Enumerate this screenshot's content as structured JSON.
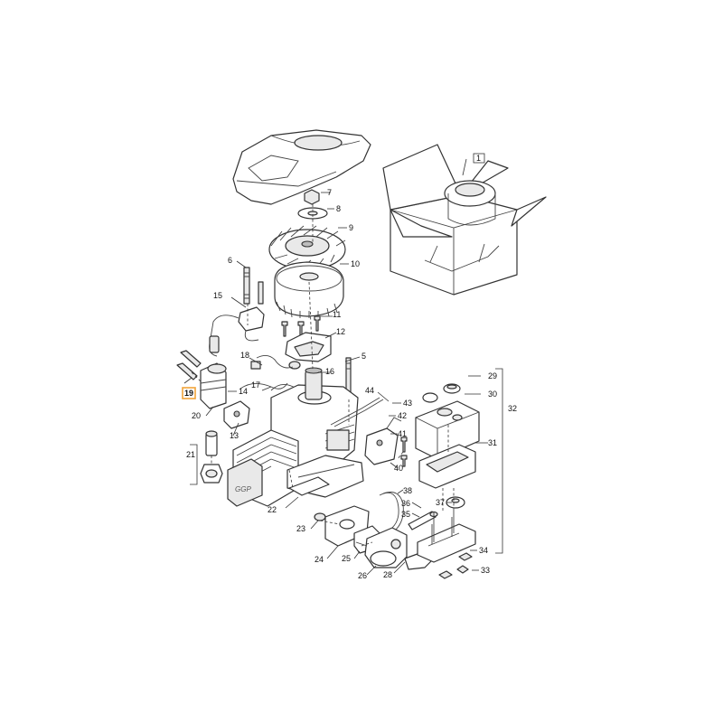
{
  "diagram": {
    "callouts": {
      "c1": "1",
      "c6": "6",
      "c7": "7",
      "c8": "8",
      "c9": "9",
      "c10": "10",
      "c11": "11",
      "c12": "12",
      "c13": "13",
      "c14": "14",
      "c15": "15",
      "c16": "16",
      "c17": "17",
      "c18": "18",
      "c19": "19",
      "c20": "20",
      "c21": "21",
      "c22": "22",
      "c23": "23",
      "c24": "24",
      "c25": "25",
      "c26": "26",
      "c28": "28",
      "c29": "29",
      "c30": "30",
      "c31": "31",
      "c32": "32",
      "c33": "33",
      "c34": "34",
      "c35": "35",
      "c36": "36",
      "c37": "37",
      "c38": "38",
      "c40": "40",
      "c41": "41",
      "c42": "42",
      "c43": "43",
      "c44": "44",
      "c5": "5"
    },
    "highlighted_callout": "19",
    "highlight_color": "#f2a43a",
    "engine_logo": "GGP"
  }
}
